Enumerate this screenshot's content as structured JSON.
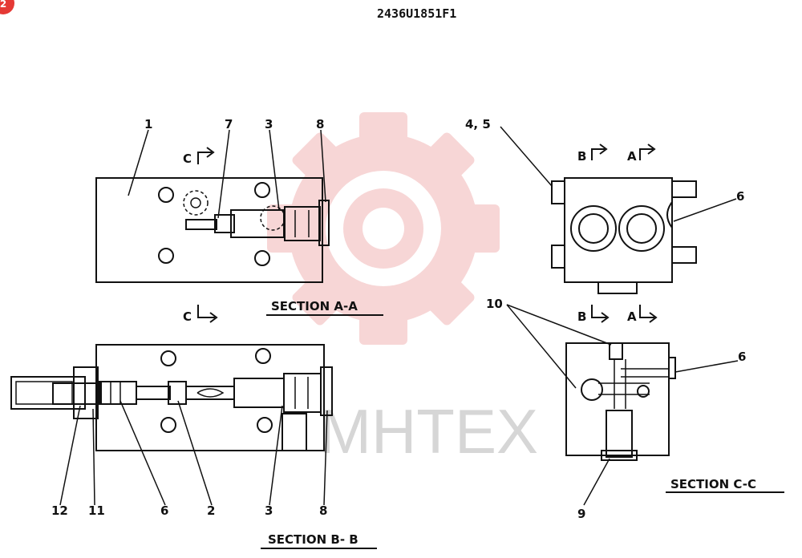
{
  "title": "2436U1851F1",
  "sections": {
    "aa": "SECTION  A-A",
    "bb": "SECTION  B- B",
    "cc": "SECTION   C-C"
  },
  "cut_marks": {
    "c_top": "C",
    "c_bottom": "C",
    "b_top": "B",
    "a_top": "A",
    "b_bottom": "B",
    "a_bottom": "A"
  },
  "parts": {
    "p1": "1",
    "p7": "7",
    "p3_top": "3",
    "p8_top": "8",
    "p45": "4, 5",
    "p6_top": "6",
    "p10": "10",
    "p6_right": "6",
    "p9": "9",
    "p12": "12",
    "p11": "11",
    "p6_bottom": "6",
    "p2": "2",
    "p3_bottom": "3",
    "p8_bottom": "8"
  },
  "watermark": {
    "text": "MHTEX",
    "logo_color": "#f2b5b5"
  },
  "badge": {
    "text": "2",
    "color": "#e53935"
  }
}
